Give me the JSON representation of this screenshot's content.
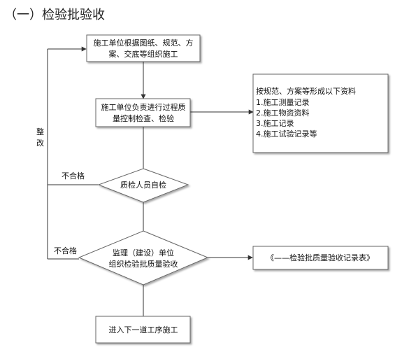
{
  "heading": "（一）检验批验收",
  "nodes": {
    "construct_org": {
      "lines": [
        "施工单位根据图纸、规范、方",
        "案、交底等组织施工"
      ]
    },
    "process_control": {
      "lines": [
        "施工单位负责进行过程质",
        "量控制检查、检验"
      ]
    },
    "records_note": {
      "lines": [
        "按规范、方案等形成以下资料",
        "1.施工测量记录",
        "2.施工物资资料",
        "3.施工记录",
        "4.施工试验记录等"
      ]
    },
    "inspector_check": {
      "label": "质检人员自检"
    },
    "supervision_check": {
      "lines": [
        "监理（建设）单位",
        "组织检验批质量验收"
      ]
    },
    "record_form": {
      "label": "《——检验批质量验收记录表》"
    },
    "next_process": {
      "label": "进入下一道工序施工"
    }
  },
  "edges": {
    "rectify": {
      "chars": [
        "整",
        "改"
      ]
    },
    "fail_1": {
      "label": "不合格"
    },
    "fail_2": {
      "label": "不合格"
    }
  }
}
